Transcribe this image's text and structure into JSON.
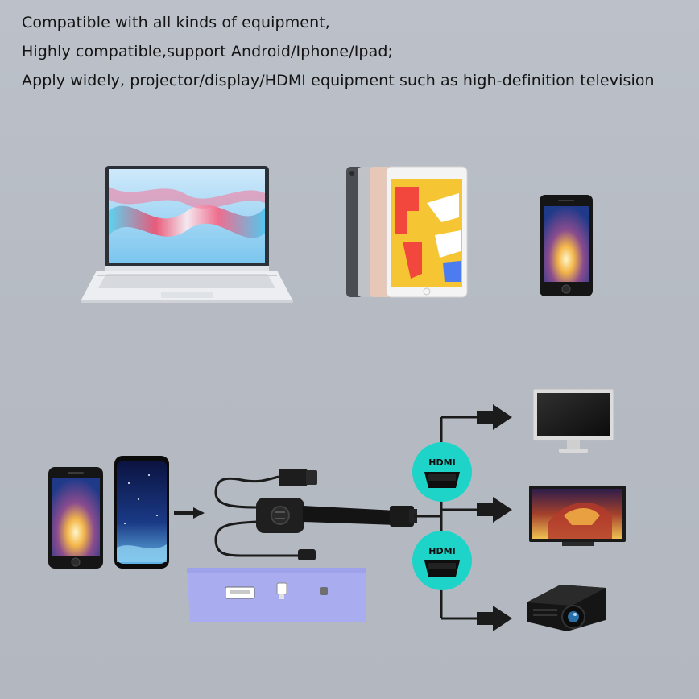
{
  "headline": {
    "line1": "Compatible with all kinds of equipment,",
    "line2": "Highly compatible,support Android/Iphone/Ipad;",
    "line3": "Apply widely, projector/display/HDMI equipment such as high-definition television"
  },
  "badges": {
    "hdmi_top": "HDMI",
    "hdmi_bottom": "HDMI"
  },
  "colors": {
    "background": "#b7bcc4",
    "badge": "#1ed4c8",
    "port_panel": "#a9adef",
    "cable": "#1b1b1b"
  },
  "icons": {
    "laptop": "laptop-icon",
    "tablet": "tablet-icon",
    "phone": "phone-icon",
    "dongle": "wireless-display-dongle-icon",
    "monitor": "monitor-icon",
    "tv": "tv-icon",
    "projector": "projector-icon",
    "arrow": "arrow-right-icon"
  }
}
